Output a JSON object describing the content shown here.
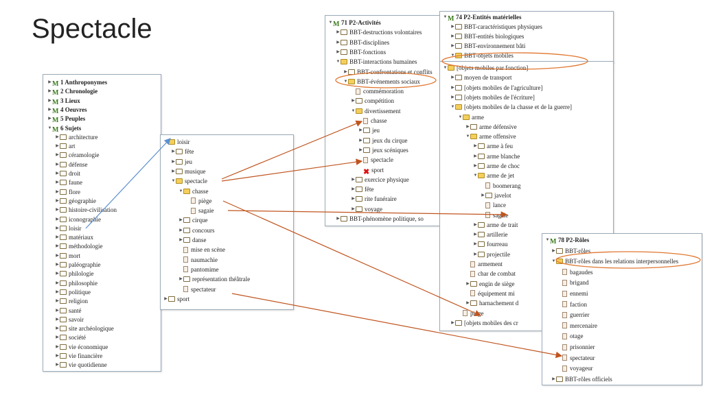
{
  "slide_title": "Spectacle",
  "panels": {
    "p1": {
      "rows": [
        {
          "d": 0,
          "t": "▸",
          "i": "thes",
          "l": "1 Anthroponymes",
          "b": true
        },
        {
          "d": 0,
          "t": "▸",
          "i": "thes",
          "l": "2 Chronologie",
          "b": true
        },
        {
          "d": 0,
          "t": "▸",
          "i": "thes",
          "l": "3 Lieux",
          "b": true
        },
        {
          "d": 0,
          "t": "▸",
          "i": "thes",
          "l": "4 Oeuvres",
          "b": true
        },
        {
          "d": 0,
          "t": "▸",
          "i": "thes",
          "l": "5 Peuples",
          "b": true
        },
        {
          "d": 0,
          "t": "▾",
          "i": "thes",
          "l": "6 Sujets",
          "b": true
        },
        {
          "d": 1,
          "t": "▸",
          "i": "folder",
          "l": "architecture"
        },
        {
          "d": 1,
          "t": "▸",
          "i": "folder",
          "l": "art"
        },
        {
          "d": 1,
          "t": "▸",
          "i": "folder",
          "l": "céramologie"
        },
        {
          "d": 1,
          "t": "▸",
          "i": "folder",
          "l": "défense"
        },
        {
          "d": 1,
          "t": "▸",
          "i": "folder",
          "l": "droit"
        },
        {
          "d": 1,
          "t": "▸",
          "i": "folder",
          "l": "faune"
        },
        {
          "d": 1,
          "t": "▸",
          "i": "folder",
          "l": "flore"
        },
        {
          "d": 1,
          "t": "▸",
          "i": "folder",
          "l": "géographie"
        },
        {
          "d": 1,
          "t": "▸",
          "i": "folder",
          "l": "histoire-civilisation"
        },
        {
          "d": 1,
          "t": "▸",
          "i": "folder",
          "l": "iconographie"
        },
        {
          "d": 1,
          "t": "▸",
          "i": "folder",
          "l": "loisir"
        },
        {
          "d": 1,
          "t": "▸",
          "i": "folder",
          "l": "matériaux"
        },
        {
          "d": 1,
          "t": "▸",
          "i": "folder",
          "l": "méthodologie"
        },
        {
          "d": 1,
          "t": "▸",
          "i": "folder",
          "l": "mort"
        },
        {
          "d": 1,
          "t": "▸",
          "i": "folder",
          "l": "paléographie"
        },
        {
          "d": 1,
          "t": "▸",
          "i": "folder",
          "l": "philologie"
        },
        {
          "d": 1,
          "t": "▸",
          "i": "folder",
          "l": "philosophie"
        },
        {
          "d": 1,
          "t": "▸",
          "i": "folder",
          "l": "politique"
        },
        {
          "d": 1,
          "t": "▸",
          "i": "folder",
          "l": "religion"
        },
        {
          "d": 1,
          "t": "▸",
          "i": "folder",
          "l": "santé"
        },
        {
          "d": 1,
          "t": "▸",
          "i": "folder",
          "l": "savoir"
        },
        {
          "d": 1,
          "t": "▸",
          "i": "folder",
          "l": "site archéologique"
        },
        {
          "d": 1,
          "t": "▸",
          "i": "folder",
          "l": "société"
        },
        {
          "d": 1,
          "t": "▸",
          "i": "folder",
          "l": "vie économique"
        },
        {
          "d": 1,
          "t": "▸",
          "i": "folder",
          "l": "vie financière"
        },
        {
          "d": 1,
          "t": "▸",
          "i": "folder",
          "l": "vie quotidienne"
        }
      ]
    },
    "p2": {
      "rows": [
        {
          "d": 0,
          "t": "",
          "i": "open",
          "l": "loisir"
        },
        {
          "d": 1,
          "t": "▸",
          "i": "folder",
          "l": "fête"
        },
        {
          "d": 1,
          "t": "▸",
          "i": "folder",
          "l": "jeu"
        },
        {
          "d": 1,
          "t": "▸",
          "i": "folder",
          "l": "musique"
        },
        {
          "d": 1,
          "t": "▾",
          "i": "open",
          "l": "spectacle"
        },
        {
          "d": 2,
          "t": "▾",
          "i": "open",
          "l": "chasse"
        },
        {
          "d": 3,
          "t": "",
          "i": "doc",
          "l": "piège"
        },
        {
          "d": 3,
          "t": "",
          "i": "doc",
          "l": "sagaie"
        },
        {
          "d": 2,
          "t": "▸",
          "i": "folder",
          "l": "cirque"
        },
        {
          "d": 2,
          "t": "▸",
          "i": "folder",
          "l": "concours"
        },
        {
          "d": 2,
          "t": "▸",
          "i": "folder",
          "l": "danse"
        },
        {
          "d": 2,
          "t": "",
          "i": "doc",
          "l": "mise en scène"
        },
        {
          "d": 2,
          "t": "",
          "i": "doc",
          "l": "naumachie"
        },
        {
          "d": 2,
          "t": "",
          "i": "doc",
          "l": "pantomime"
        },
        {
          "d": 2,
          "t": "▸",
          "i": "folder",
          "l": "représentation théâtrale"
        },
        {
          "d": 2,
          "t": "",
          "i": "doc",
          "l": "spectateur"
        },
        {
          "d": 0,
          "t": "▸",
          "i": "folder",
          "l": "sport"
        }
      ]
    },
    "p3": {
      "rows": [
        {
          "d": 0,
          "t": "▾",
          "i": "thes",
          "l": "71 P2-Activités",
          "b": true
        },
        {
          "d": 1,
          "t": "▸",
          "i": "folder",
          "l": "BBT-destructions volontaires"
        },
        {
          "d": 1,
          "t": "▸",
          "i": "folder",
          "l": "BBT-disciplines"
        },
        {
          "d": 1,
          "t": "▸",
          "i": "folder",
          "l": "BBT-fonctions"
        },
        {
          "d": 1,
          "t": "▾",
          "i": "open",
          "l": "BBT-interactions humaines"
        },
        {
          "d": 2,
          "t": "▸",
          "i": "folder",
          "l": "BBT-confrontations et conflits"
        },
        {
          "d": 2,
          "t": "▾",
          "i": "open",
          "l": "BBT-événements sociaux"
        },
        {
          "d": 3,
          "t": "",
          "i": "doc",
          "l": "commémoration"
        },
        {
          "d": 3,
          "t": "▸",
          "i": "folder",
          "l": "compétition"
        },
        {
          "d": 3,
          "t": "▾",
          "i": "open",
          "l": "divertissement"
        },
        {
          "d": 4,
          "t": "",
          "i": "doc",
          "l": "chasse"
        },
        {
          "d": 4,
          "t": "▸",
          "i": "folder",
          "l": "jeu"
        },
        {
          "d": 4,
          "t": "▸",
          "i": "folder",
          "l": "jeux du cirque"
        },
        {
          "d": 4,
          "t": "▸",
          "i": "folder",
          "l": "jeux scéniques"
        },
        {
          "d": 4,
          "t": "",
          "i": "doc",
          "l": "spectacle"
        },
        {
          "d": 4,
          "t": "",
          "i": "x",
          "l": "sport"
        },
        {
          "d": 3,
          "t": "▸",
          "i": "folder",
          "l": "exercice physique"
        },
        {
          "d": 3,
          "t": "▸",
          "i": "folder",
          "l": "fête"
        },
        {
          "d": 3,
          "t": "▸",
          "i": "folder",
          "l": "rite funéraire"
        },
        {
          "d": 3,
          "t": "▸",
          "i": "folder",
          "l": "voyage"
        },
        {
          "d": 1,
          "t": "▸",
          "i": "folder",
          "l": "BBT-phénomène politique, so"
        }
      ]
    },
    "p4a": {
      "rows": [
        {
          "d": 0,
          "t": "▾",
          "i": "thes",
          "l": "74 P2-Entités matérielles",
          "b": true
        },
        {
          "d": 1,
          "t": "▸",
          "i": "folder",
          "l": "BBT-caractéristiques physiques"
        },
        {
          "d": 1,
          "t": "▸",
          "i": "folder",
          "l": "BBT-entités biologiques"
        },
        {
          "d": 1,
          "t": "▸",
          "i": "folder",
          "l": "BBT-environnement bâti"
        },
        {
          "d": 1,
          "t": "▾",
          "i": "open",
          "l": "BBT-objets mobiles"
        }
      ]
    },
    "p4b": {
      "rows": [
        {
          "d": 0,
          "t": "▾",
          "i": "open",
          "l": "[objets mobiles par fonction]"
        },
        {
          "d": 1,
          "t": "▸",
          "i": "folder",
          "l": "moyen de transport"
        },
        {
          "d": 1,
          "t": "▸",
          "i": "folder",
          "l": "[objets mobiles de l'agriculture]"
        },
        {
          "d": 1,
          "t": "▸",
          "i": "folder",
          "l": "[objets mobiles de l'écriture]"
        },
        {
          "d": 1,
          "t": "▾",
          "i": "open",
          "l": "[objets mobiles de la chasse et de la guerre]"
        },
        {
          "d": 2,
          "t": "▾",
          "i": "open",
          "l": "arme"
        },
        {
          "d": 3,
          "t": "▸",
          "i": "folder",
          "l": "arme défensive"
        },
        {
          "d": 3,
          "t": "▾",
          "i": "open",
          "l": "arme offensive"
        },
        {
          "d": 4,
          "t": "▸",
          "i": "folder",
          "l": "arme à feu"
        },
        {
          "d": 4,
          "t": "▸",
          "i": "folder",
          "l": "arme blanche"
        },
        {
          "d": 4,
          "t": "▸",
          "i": "folder",
          "l": "arme de choc"
        },
        {
          "d": 4,
          "t": "▾",
          "i": "open",
          "l": "arme de jet"
        },
        {
          "d": 5,
          "t": "",
          "i": "doc",
          "l": "boomerang"
        },
        {
          "d": 5,
          "t": "▸",
          "i": "folder",
          "l": "javelot"
        },
        {
          "d": 5,
          "t": "",
          "i": "doc",
          "l": "lance"
        },
        {
          "d": 5,
          "t": "",
          "i": "doc",
          "l": "sagaie"
        },
        {
          "d": 4,
          "t": "▸",
          "i": "folder",
          "l": "arme de trait"
        },
        {
          "d": 4,
          "t": "▸",
          "i": "folder",
          "l": "artillerie"
        },
        {
          "d": 4,
          "t": "▸",
          "i": "folder",
          "l": "fourreau"
        },
        {
          "d": 4,
          "t": "▸",
          "i": "folder",
          "l": "projectile"
        },
        {
          "d": 3,
          "t": "",
          "i": "doc",
          "l": "armement"
        },
        {
          "d": 3,
          "t": "",
          "i": "doc",
          "l": "char de combat"
        },
        {
          "d": 3,
          "t": "▸",
          "i": "folder",
          "l": "engin de siège"
        },
        {
          "d": 3,
          "t": "",
          "i": "doc",
          "l": "équipement mi"
        },
        {
          "d": 3,
          "t": "▸",
          "i": "folder",
          "l": "harnachement d"
        },
        {
          "d": 2,
          "t": "",
          "i": "doc",
          "l": "piège"
        },
        {
          "d": 1,
          "t": "▸",
          "i": "folder",
          "l": "[objets mobiles des cr"
        }
      ]
    },
    "p5": {
      "rows": [
        {
          "d": 0,
          "t": "▾",
          "i": "thes",
          "l": "78 P2-Rôles",
          "b": true
        },
        {
          "d": 1,
          "t": "▸",
          "i": "folder",
          "l": "BBT-rôles"
        },
        {
          "d": 1,
          "t": "▾",
          "i": "open",
          "l": "BBT-rôles dans les relations interpersonnelles"
        },
        {
          "d": 2,
          "t": "",
          "i": "doc",
          "l": "bagaudes"
        },
        {
          "d": 2,
          "t": "",
          "i": "doc",
          "l": "brigand"
        },
        {
          "d": 2,
          "t": "",
          "i": "doc",
          "l": "ennemi"
        },
        {
          "d": 2,
          "t": "",
          "i": "doc",
          "l": "faction"
        },
        {
          "d": 2,
          "t": "",
          "i": "doc",
          "l": "guerrier"
        },
        {
          "d": 2,
          "t": "",
          "i": "doc",
          "l": "mercenaire"
        },
        {
          "d": 2,
          "t": "",
          "i": "doc",
          "l": "otage"
        },
        {
          "d": 2,
          "t": "",
          "i": "doc",
          "l": "prisonnier"
        },
        {
          "d": 2,
          "t": "",
          "i": "doc",
          "l": "spectateur"
        },
        {
          "d": 2,
          "t": "",
          "i": "doc",
          "l": "voyageur"
        },
        {
          "d": 1,
          "t": "▸",
          "i": "folder",
          "l": "BBT-rôles officiels"
        }
      ]
    }
  },
  "colors": {
    "blue_arrow": "#5b8fd0",
    "orange_arrow": "#c0541e",
    "highlight_ellipse": "#e0762f",
    "panel_border": "#9aa9b5"
  }
}
